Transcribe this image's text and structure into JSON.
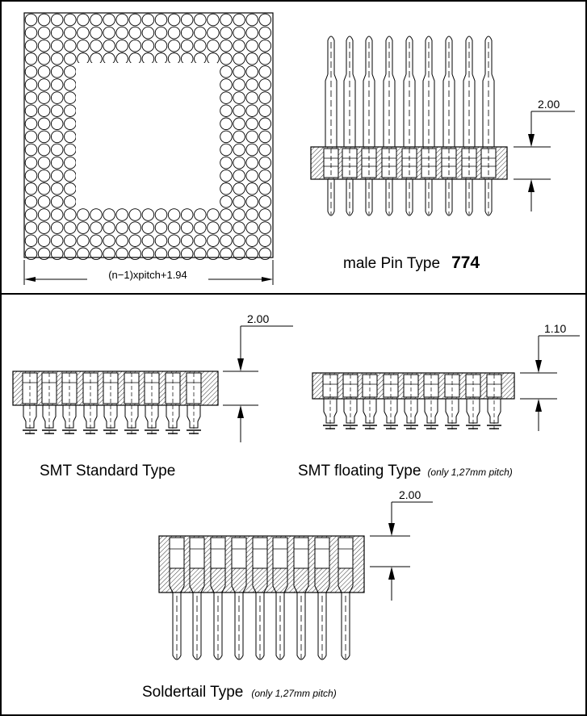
{
  "grid_array": {
    "width_label": "(n−1)xpitch+1.94"
  },
  "male_pin": {
    "caption": "male Pin Type",
    "type_number": "774",
    "dimension": "2.00"
  },
  "smt_standard": {
    "caption": "SMT Standard Type",
    "dimension": "2.00"
  },
  "smt_floating": {
    "caption": "SMT floating Type",
    "note": "(only 1,27mm pitch)",
    "dimension": "1.10"
  },
  "soldertail": {
    "caption": "Soldertail Type",
    "note": "(only 1,27mm pitch)",
    "dimension": "2.00"
  }
}
